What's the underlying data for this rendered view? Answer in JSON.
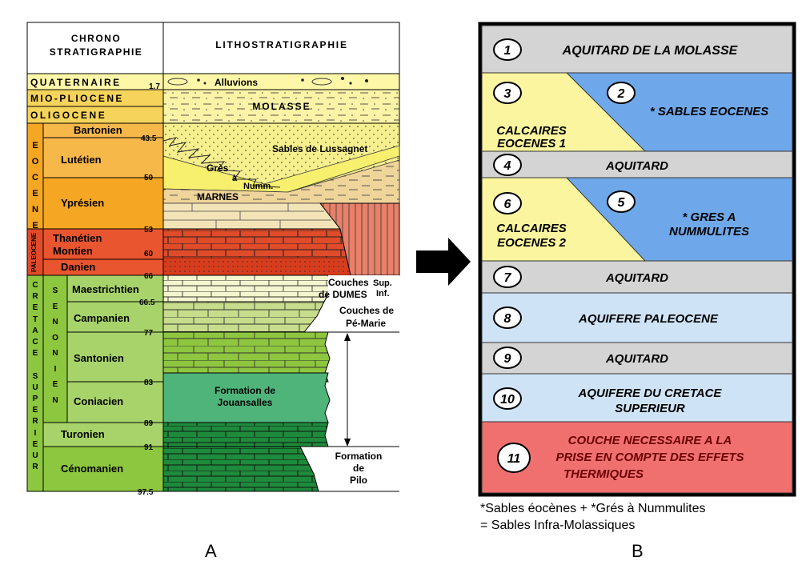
{
  "panel_labels": {
    "a": "A",
    "b": "B"
  },
  "colors": {
    "aquitard_gray": "#d4d4d4",
    "aquifer_blue": "#6fa8ea",
    "aquifer_light": "#cfe3f6",
    "limestone_yellow": "#faf59e",
    "thermal_red": "#f07070",
    "eocene_orange": "#f5a623",
    "paleocene_red": "#e04b2a",
    "cretaceous_green": "#8dc63f"
  },
  "strat": {
    "header_chrono_1": "CHRONO",
    "header_chrono_2": "STRATIGRAPHIE",
    "header_litho": "LITHOSTRATIGRAPHIE",
    "quaternaire": "QUATERNAIRE",
    "mio_pliocene": "MIO-PLIOCENE",
    "oligocene": "OLIGOCENE",
    "eocene": "EOCENE",
    "paleocene": "PALEOCENE",
    "cretace_sup": "CRETACE SUPERIEUR",
    "senonien": "SENONIEN",
    "stages": {
      "bartonien": "Bartonien",
      "lutetien": "Lutétien",
      "ypresien": "Yprésien",
      "thanetien": "Thanétien",
      "montien": "Montien",
      "danien": "Danien",
      "maestrichtien": "Maestrichtien",
      "campanien": "Campanien",
      "santonien": "Santonien",
      "coniacien": "Coniacien",
      "turonien": "Turonien",
      "cenomanien": "Cénomanien"
    },
    "ages": [
      "1.7",
      "43.5",
      "50",
      "53",
      "60",
      "66",
      "66.5",
      "77",
      "83",
      "89",
      "91",
      "97.5"
    ],
    "litho": {
      "alluvions": "Alluvions",
      "molasse": "MOLASSE",
      "sables_lussagnet": "Sables de Lussagnet",
      "gres_1": "Grès",
      "gres_2": "à",
      "gres_3": "Numm.",
      "marnes": "MARNES",
      "question": "?",
      "dumes_1": "Couches",
      "dumes_2": "de DUMES",
      "sup": "Sup.",
      "inf": "Inf.",
      "pe_marie_1": "Couches de",
      "pe_marie_2": "Pé-Marie",
      "jouansalles_1": "Formation de",
      "jouansalles_2": "Jouansalles",
      "pilo_1": "Formation",
      "pilo_2": "de",
      "pilo_3": "Pilo"
    }
  },
  "layers": [
    {
      "num": "1",
      "line1": "AQUITARD DE LA  MOLASSE"
    },
    {
      "num": "2",
      "line1": "* SABLES EOCENES"
    },
    {
      "num": "3",
      "line1": "CALCAIRES",
      "line2": "EOCENES 1"
    },
    {
      "num": "4",
      "line1": "AQUITARD"
    },
    {
      "num": "5",
      "line1": "* GRES A",
      "line2": "NUMMULITES"
    },
    {
      "num": "6",
      "line1": "CALCAIRES",
      "line2": "EOCENES 2"
    },
    {
      "num": "7",
      "line1": "AQUITARD"
    },
    {
      "num": "8",
      "line1": "AQUIFERE PALEOCENE"
    },
    {
      "num": "9",
      "line1": "AQUITARD"
    },
    {
      "num": "10",
      "line1": "AQUIFERE DU CRETACE",
      "line2": "SUPERIEUR"
    },
    {
      "num": "11",
      "line1": "COUCHE  NECESSAIRE A LA",
      "line2": "PRISE EN COMPTE DES EFFETS",
      "line3": "THERMIQUES"
    }
  ],
  "footnote": {
    "line1": "*Sables éocènes + *Grés à Nummulites",
    "line2": "= Sables Infra-Molassiques"
  }
}
